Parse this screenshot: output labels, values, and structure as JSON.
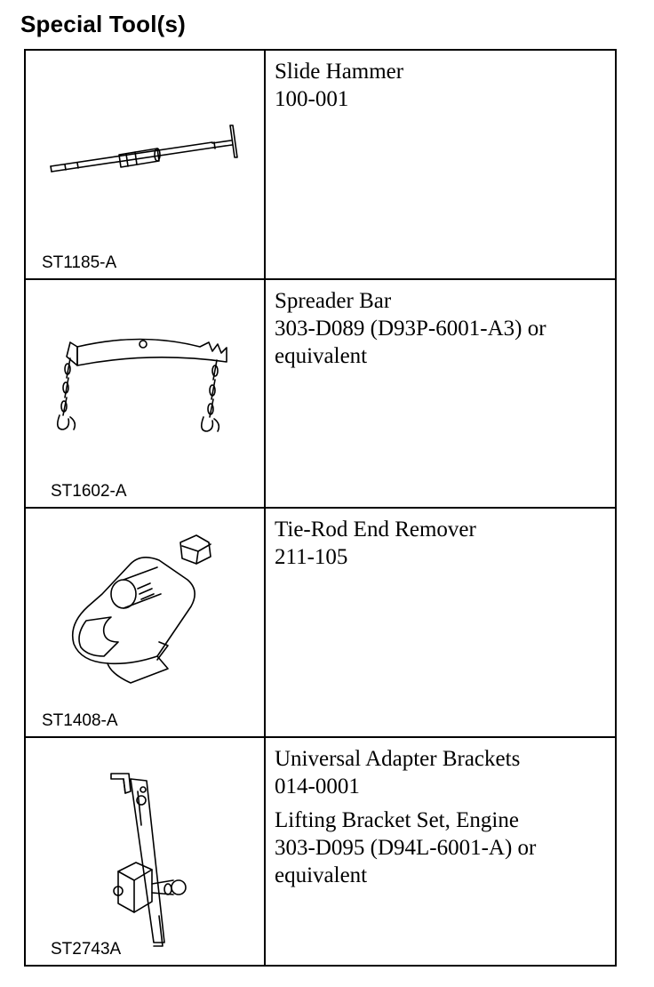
{
  "title": "Special Tool(s)",
  "tools": [
    {
      "figure": "ST1185-A",
      "icon": "slide-hammer-icon",
      "lines": [
        "Slide Hammer",
        "100-001"
      ]
    },
    {
      "figure": "ST1602-A",
      "icon": "spreader-bar-icon",
      "lines": [
        "Spreader Bar",
        "303-D089 (D93P-6001-A3) or",
        "equivalent"
      ]
    },
    {
      "figure": "ST1408-A",
      "icon": "tie-rod-end-remover-icon",
      "lines": [
        "Tie-Rod End Remover",
        "211-105"
      ]
    },
    {
      "figure": "ST2743A",
      "icon": "adapter-bracket-icon",
      "lines": [
        "Universal Adapter Brackets",
        "014-0001"
      ],
      "lines2": [
        "Lifting Bracket Set, Engine",
        "303-D095 (D94L-6001-A) or",
        "equivalent"
      ]
    }
  ]
}
